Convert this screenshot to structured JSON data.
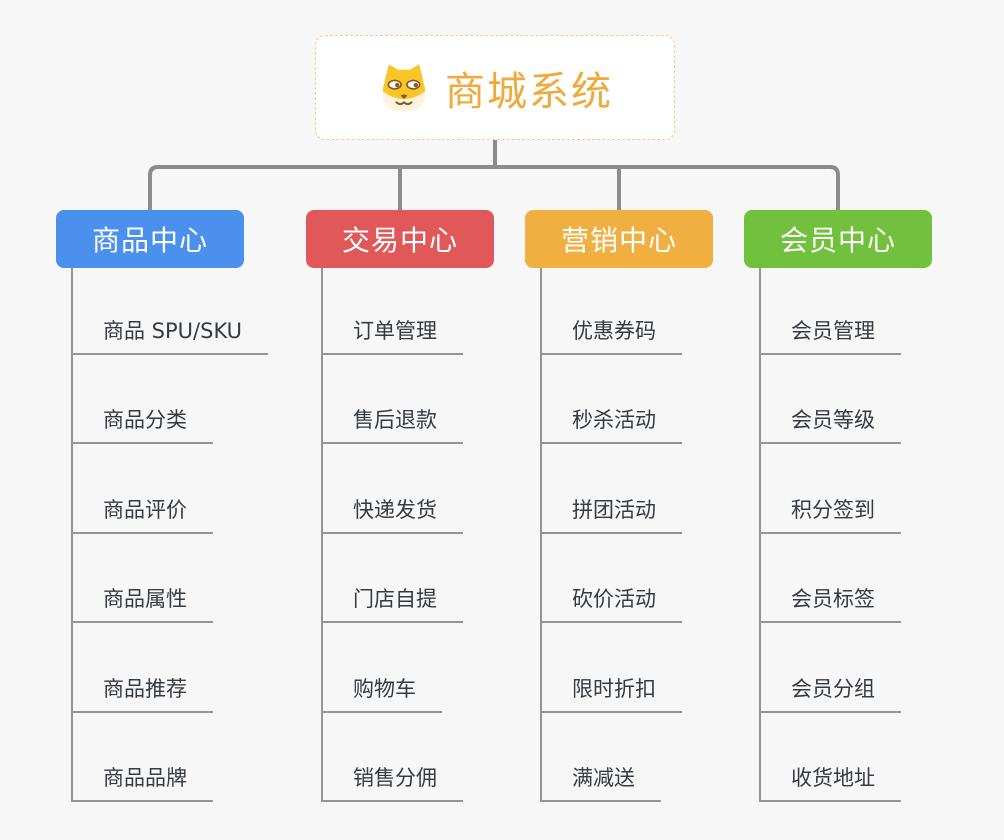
{
  "background": "#F7F7F7",
  "root": {
    "title": "商城系统",
    "icon": "doge-icon",
    "title_color": "#F0A93C",
    "border_color": "#F2CB8A"
  },
  "connector_color": "#8C8C8C",
  "leaf_line_color": "#949494",
  "branches": [
    {
      "label": "商品中心",
      "color": "#4A90EC",
      "items": [
        "商品 SPU/SKU",
        "商品分类",
        "商品评价",
        "商品属性",
        "商品推荐",
        "商品品牌"
      ]
    },
    {
      "label": "交易中心",
      "color": "#E05858",
      "items": [
        "订单管理",
        "售后退款",
        "快递发货",
        "门店自提",
        "购物车",
        "销售分佣"
      ]
    },
    {
      "label": "营销中心",
      "color": "#EFB041",
      "items": [
        "优惠券码",
        "秒杀活动",
        "拼团活动",
        "砍价活动",
        "限时折扣",
        "满减送"
      ]
    },
    {
      "label": "会员中心",
      "color": "#72C13E",
      "items": [
        "会员管理",
        "会员等级",
        "积分签到",
        "会员标签",
        "会员分组",
        "收货地址"
      ]
    }
  ]
}
